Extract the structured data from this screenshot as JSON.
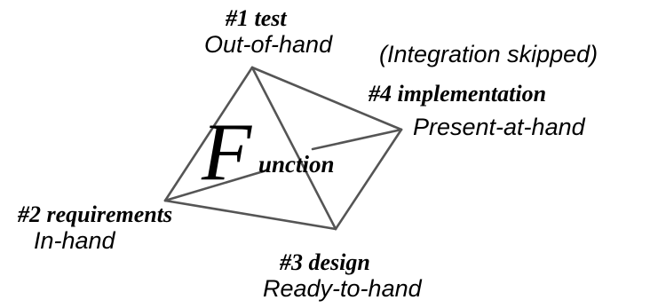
{
  "vertices": {
    "test": {
      "title": "#1 test",
      "subtitle": "Out-of-hand"
    },
    "requirements": {
      "title": "#2 requirements",
      "subtitle": "In-hand"
    },
    "design": {
      "title": "#3 design",
      "subtitle": "Ready-to-hand"
    },
    "implementation": {
      "title": "#4 implementation",
      "subtitle": "Present-at-hand"
    }
  },
  "note": "(Integration skipped)",
  "center": {
    "initial": "F",
    "rest": "unction"
  },
  "colors": {
    "edge": "#555555",
    "text": "#000000"
  }
}
